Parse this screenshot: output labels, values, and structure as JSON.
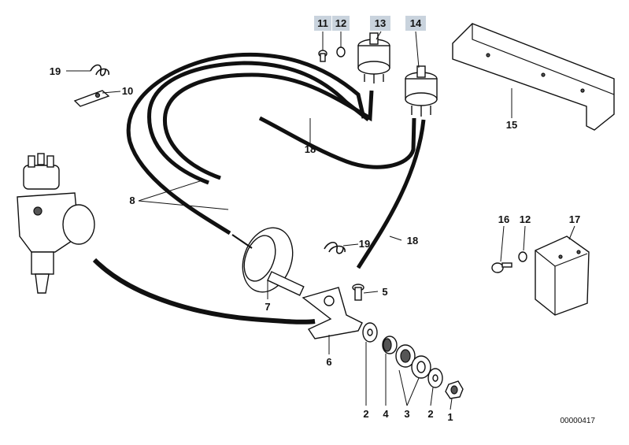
{
  "callouts": {
    "c1": "1",
    "c2a": "2",
    "c2b": "2",
    "c3": "3",
    "c4": "4",
    "c5": "5",
    "c6": "6",
    "c7": "7",
    "c8": "8",
    "c10": "10",
    "c11": "11",
    "c12a": "12",
    "c12b": "12",
    "c13": "13",
    "c14": "14",
    "c15": "15",
    "c16": "16",
    "c17": "17",
    "c18a": "18",
    "c18b": "18",
    "c19a": "19",
    "c19b": "19"
  },
  "highlighted_callouts": [
    "11",
    "12",
    "13",
    "14"
  ],
  "reference_number": "00000417",
  "colors": {
    "highlight": "#c9d3dd",
    "ink": "#111111"
  }
}
